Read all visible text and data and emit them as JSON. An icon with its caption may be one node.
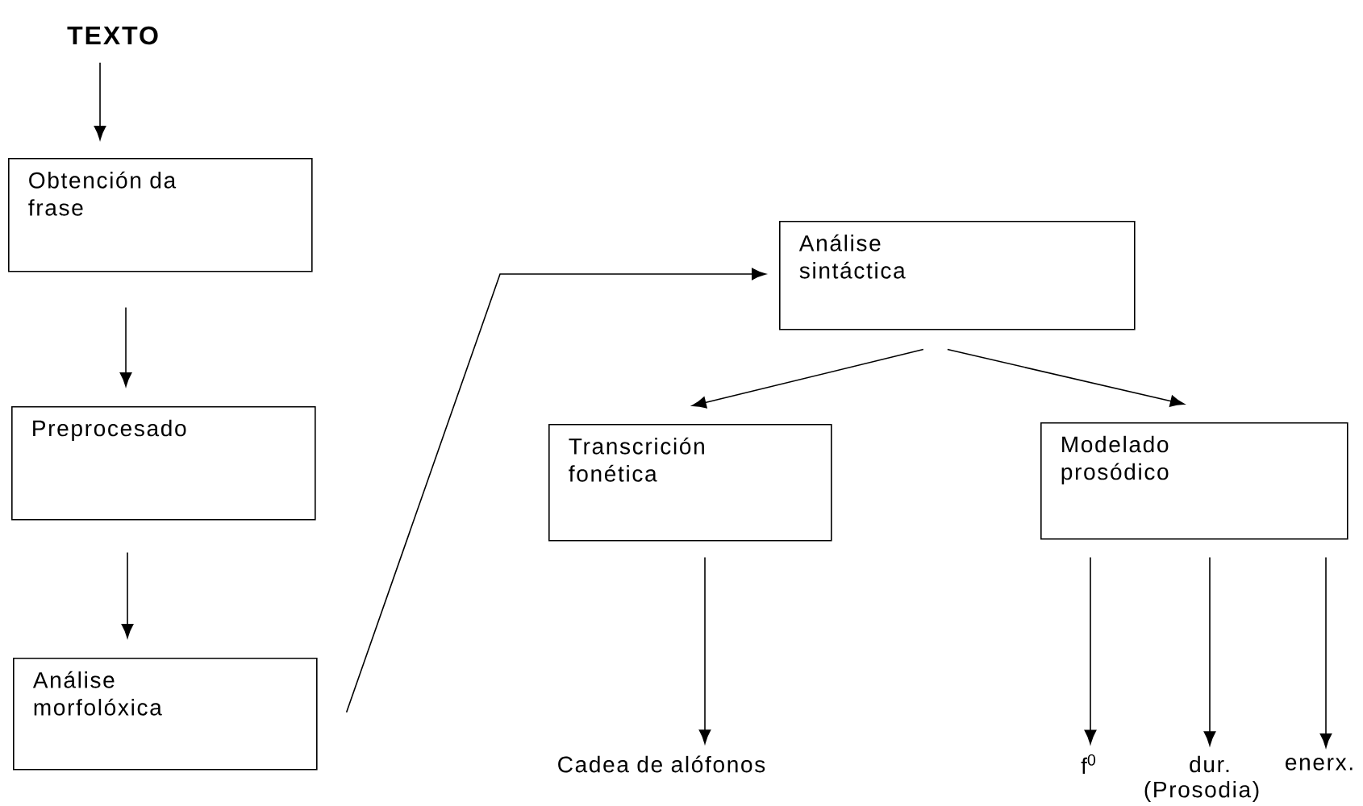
{
  "diagram": {
    "nodes": [
      {
        "text": [
          "TEXTO"
        ]
      },
      {
        "text": [
          "Obtención da frase"
        ]
      },
      {
        "text": [
          "Preprocesado"
        ]
      },
      {
        "text": [
          "Análise morfolóxica"
        ]
      },
      {
        "text": [
          "Análise sintáctica"
        ]
      },
      {
        "text": [
          "Transcrición fonética"
        ]
      },
      {
        "text": [
          "Modelado prosódico"
        ]
      },
      {
        "text": [
          "Cadea de alófonos"
        ]
      },
      {
        "text": [
          "f$^{0}$"
        ]
      },
      {
        "text": [
          "dur."
        ]
      },
      {
        "text": [
          "enerx."
        ]
      }
    ],
    "edges": [
      {
        "from": 0,
        "to": 1,
        "arrow": "to"
      },
      {
        "from": 1,
        "to": 2,
        "arrow": "to"
      },
      {
        "from": 2,
        "to": 3,
        "arrow": "to"
      },
      {
        "from": 3,
        "to": 4,
        "arrow": "to"
      },
      {
        "from": 4,
        "to": 5,
        "arrow": "to"
      },
      {
        "from": 4,
        "to": 6,
        "arrow": "to"
      },
      {
        "from": 5,
        "to": 7,
        "arrow": "to"
      },
      {
        "from": 6,
        "to": 8,
        "arrow": "to"
      },
      {
        "from": 6,
        "to": 9,
        "arrow": "to"
      },
      {
        "from": 6,
        "to": 10,
        "arrow": "to"
      }
    ],
    "labels": [
      "(Prosodia)"
    ]
  }
}
